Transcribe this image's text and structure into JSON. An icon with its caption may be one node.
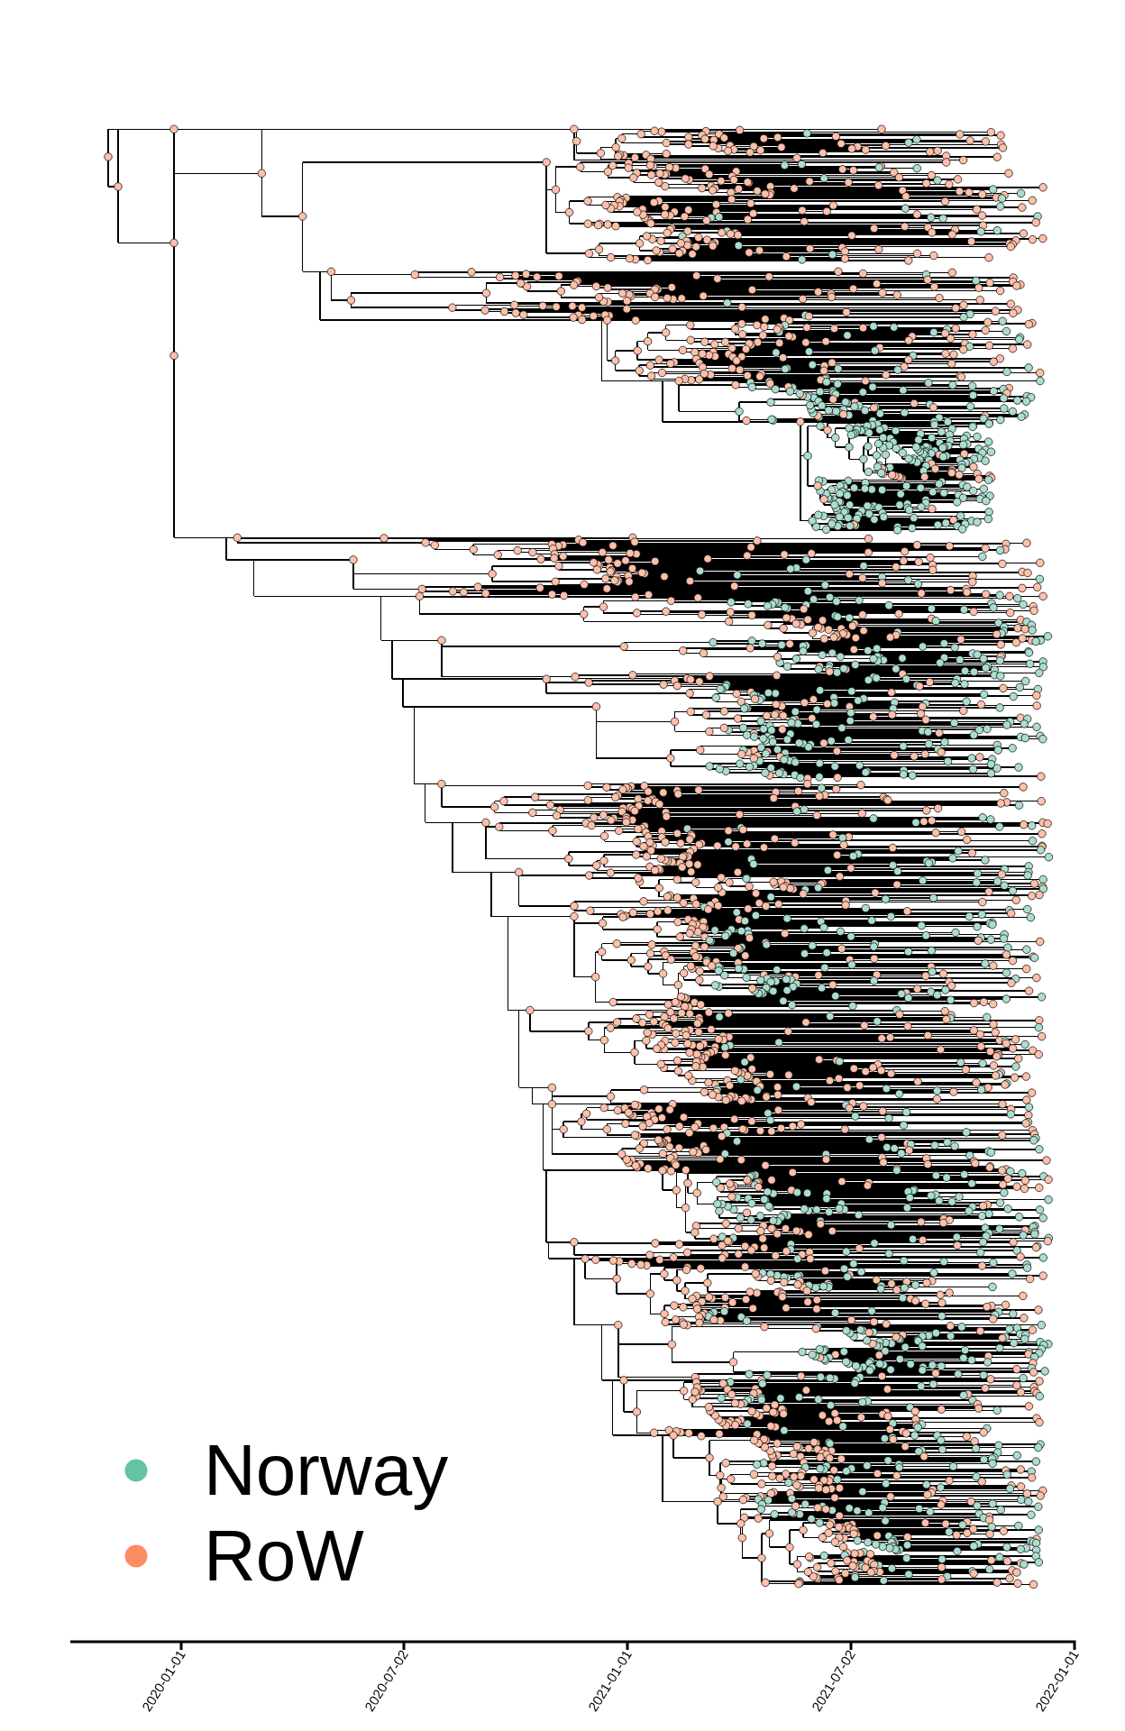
{
  "diagram": {
    "labels": [
      "2020-01-01",
      "2020-07-02",
      "2021-01-01",
      "2021-07-02",
      "2022-01-01"
    ],
    "legend": [
      {
        "text": "Norway",
        "color": "#66c2a5"
      },
      {
        "text": "RoW",
        "color": "#fc8d62"
      }
    ]
  }
}
